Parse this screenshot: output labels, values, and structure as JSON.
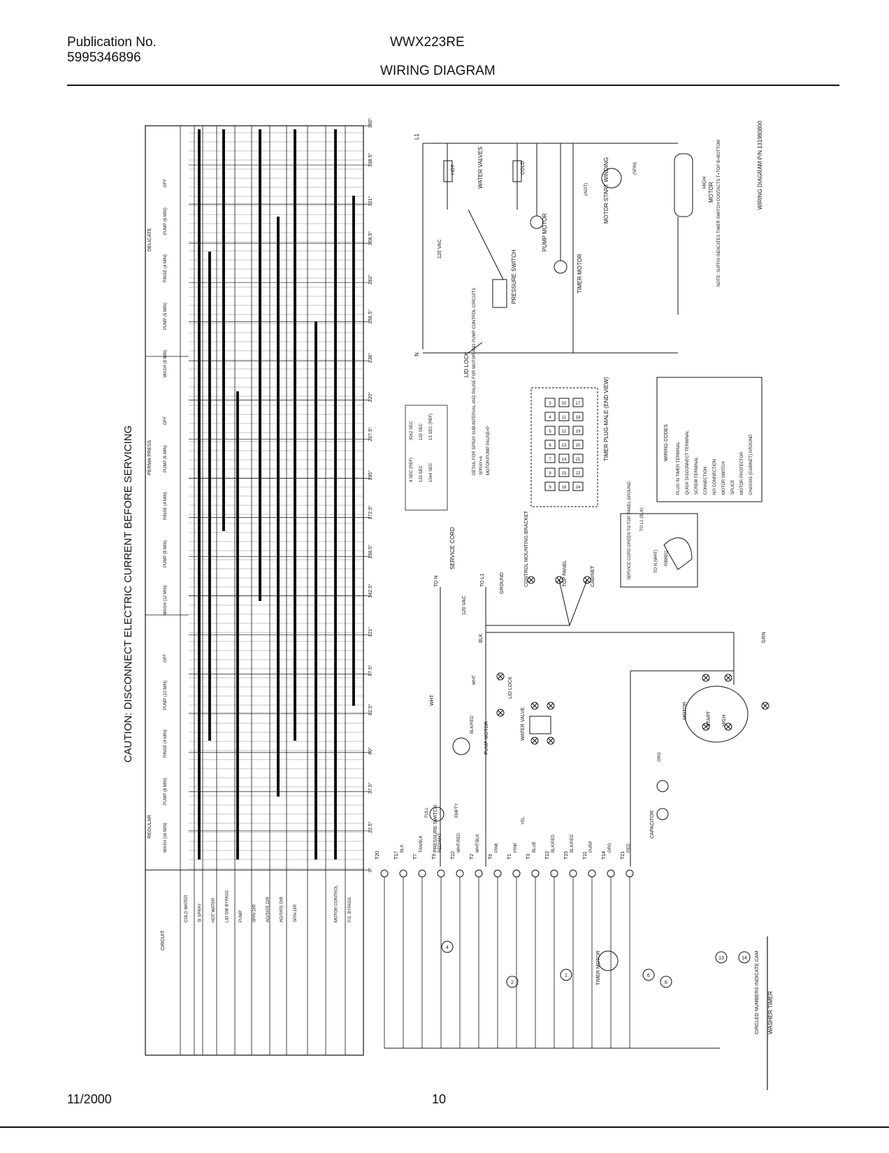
{
  "header": {
    "publication_label": "Publication No.",
    "publication_number": "5995346896",
    "model": "WWX223RE",
    "title": "WIRING DIAGRAM"
  },
  "footer": {
    "date": "11/2000",
    "page": "10"
  },
  "caution": "CAUTION: DISCONNECT ELECTRIC CURRENT BEFORE SERVICING",
  "timer_chart": {
    "circuit_header": "CIRCUIT",
    "circuits": [
      "COLD WATER",
      "SI SPRAY",
      "HOT WATER",
      "LID SW BYPASS",
      "PUMP",
      "SPIN DIR",
      "AGITATE DIR",
      "AGITATE DIR",
      "SPIN DIR",
      "",
      "",
      "MOTOR CONTROL",
      "P.S. BYPASS"
    ],
    "cycles": [
      "REGULAR",
      "PERMA PRESS",
      "DELICATE"
    ],
    "steps": [
      "WASH (16 MIN)",
      "PUMP (8 MIN)",
      "RINSE (4 MIN)",
      "PUMP (10 MIN)",
      "OFF",
      "WASH (12 MIN)",
      "PUMP (8 MIN)",
      "RINSE (4 MIN)",
      "PUMP (6 MIN)",
      "OFF",
      "WASH (8 MIN)",
      "PUMP (5 MIN)",
      "RINSE (4 MIN)",
      "PUMP (6 MIN)",
      "OFF"
    ],
    "degrees": [
      "0",
      "22.5",
      "37.5",
      "60",
      "82.5",
      "97.5",
      "121",
      "142.5",
      "158.5",
      "172.5",
      "195",
      "207.5",
      "220",
      "236",
      "256.5",
      "282",
      "308.5",
      "321",
      "338.5",
      "360"
    ]
  },
  "schematic": {
    "l1": "L1",
    "n": "N",
    "volts": "120 VAC",
    "water_valves": "WATER VALVES",
    "hot": "HOT",
    "cold": "COLD",
    "pump_motor": "PUMP MOTOR",
    "timer_motor": "TIMER MOTOR",
    "pressure_switch": "PRESSURE SWITCH",
    "lid_lock": "LID LOCK",
    "motor_start_winding": "MOTOR START WINDING",
    "motor": "MOTOR",
    "high": "HIGH",
    "spin": "(SPIN)",
    "agit": "(AGIT)",
    "diagram_pn": "WIRING DIAGRAM P/N 131980800",
    "note": "NOTE: SUFFIX INDICATES TIMER SWITCH CONTACTS T=TOP B=BOTTOM"
  },
  "plug": {
    "title": "TIMER PLUG-MALE (END VIEW)",
    "numbers": [
      "3",
      "4",
      "5",
      "6",
      "7",
      "8",
      "9",
      "10",
      "11",
      "12",
      "13",
      "14",
      "15",
      "16",
      "17",
      "18",
      "19",
      "20",
      "21",
      "22",
      "24"
    ]
  },
  "codes": {
    "title": "WIRING CODES",
    "items": [
      "PLUG IN TIMER TERMINAL",
      "QUICK DISCONNECT TERMINAL",
      "SCREW TERMINAL",
      "CONNECTION",
      "NO CONNECTION",
      "MOTOR SWITCH",
      "SPLICE",
      "MOTOR PROTECTOR",
      "CHASSIS (CABINET) GROUND"
    ]
  },
  "spray_detail": {
    "lines": [
      "DETAIL FOR SPRAY SUB-INTERVAL AND PAUSE FOR MOTOR AND PUMP CONTROL CIRCUITS",
      "SPRAY=A",
      "MOTOR/PUMP PAUSE=P"
    ],
    "timings": [
      "30±2 SEC",
      "120 SEC",
      "13 SEC (REF)",
      "4 SEC (REF)",
      "120 SEC",
      "10±4 SEC"
    ]
  },
  "service_cord": {
    "title": "SERVICE CORD",
    "to_n": "TO N",
    "to_l1": "TO L1",
    "ground": "GROUND",
    "volts": "120 VAC",
    "control_bracket": "CONTROL MOUNTING BRACKET",
    "top_panel": "TOP PANEL",
    "cabinet": "CABINET",
    "inset": "SERVICE CORD GREEN TO TOP PANEL GROUND",
    "inset_to_n": "TO N (WHT)",
    "inset_to_l1": "TO L1 (BLK)",
    "ribbed": "RIBBED"
  },
  "ladder": {
    "terminals": [
      "T20",
      "T17",
      "T7",
      "T9",
      "T22",
      "T2",
      "T6",
      "T1",
      "T3",
      "T12",
      "T15",
      "T11",
      "T14",
      "T21"
    ],
    "wire_colors": [
      "BLK",
      "TAN/BLK",
      "RED/WHT",
      "WHT/RED",
      "WHT/BLK",
      "PINK",
      "PINK",
      "BLUE",
      "BLK/RED",
      "BLK/RED",
      "PURP",
      "ORG",
      "RED"
    ],
    "labels": {
      "wht": "WHT",
      "blk": "BLK",
      "grn": "GRN",
      "yel": "YEL",
      "org": "ORG",
      "blk_red": "BLK/RED",
      "pump_motor": "PUMP MOTOR",
      "pressure_switch": "PRESSURE SWITCH",
      "full": "FULL",
      "empty": "EMPTY",
      "water_valve": "WATER VALVE",
      "lid_lock": "LID LOCK",
      "motor": "MOTOR",
      "start": "START",
      "high": "HIGH",
      "capacitor": "CAPACITOR",
      "timer_motor": "TIMER MOTOR",
      "circled_note": "CIRCLED NUMBERS INDICATE CAM",
      "washer_timer": "WASHER TIMER",
      "cams": [
        "4",
        "2",
        "1",
        "6",
        "8",
        "13",
        "14"
      ]
    }
  }
}
